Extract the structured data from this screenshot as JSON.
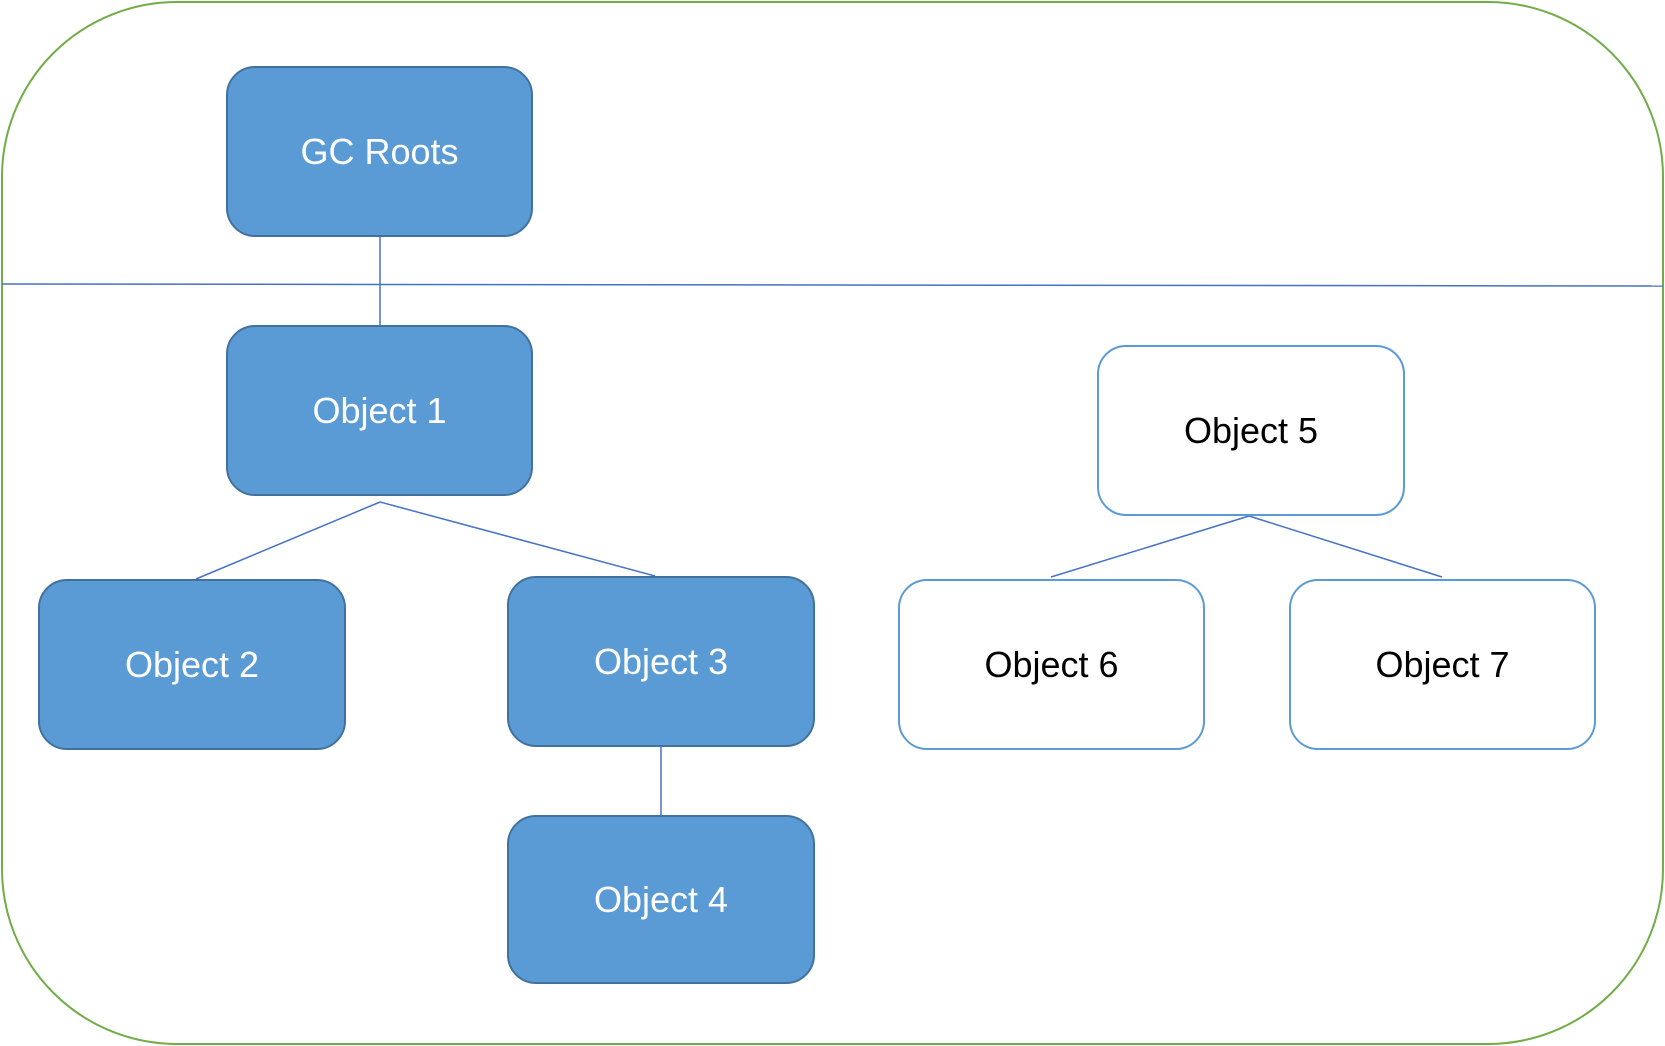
{
  "diagram": {
    "type": "reachability-graph",
    "colors": {
      "outer_border": "#70ad47",
      "divider": "#4472c4",
      "reachable_fill": "#5b9bd5",
      "reachable_border": "#41719c",
      "reachable_text": "#ffffff",
      "unreachable_fill": "#ffffff",
      "unreachable_border": "#5b9bd5",
      "unreachable_text": "#000000",
      "connector": "#4472c4"
    },
    "nodes": [
      {
        "id": "gc-roots",
        "label": "GC Roots",
        "reachable": true
      },
      {
        "id": "object-1",
        "label": "Object 1",
        "reachable": true
      },
      {
        "id": "object-2",
        "label": "Object 2",
        "reachable": true
      },
      {
        "id": "object-3",
        "label": "Object 3",
        "reachable": true
      },
      {
        "id": "object-4",
        "label": "Object 4",
        "reachable": true
      },
      {
        "id": "object-5",
        "label": "Object 5",
        "reachable": false
      },
      {
        "id": "object-6",
        "label": "Object 6",
        "reachable": false
      },
      {
        "id": "object-7",
        "label": "Object 7",
        "reachable": false
      }
    ],
    "edges": [
      {
        "from": "gc-roots",
        "to": "object-1"
      },
      {
        "from": "object-1",
        "to": "object-2"
      },
      {
        "from": "object-1",
        "to": "object-3"
      },
      {
        "from": "object-3",
        "to": "object-4"
      },
      {
        "from": "object-5",
        "to": "object-6"
      },
      {
        "from": "object-5",
        "to": "object-7"
      }
    ]
  }
}
